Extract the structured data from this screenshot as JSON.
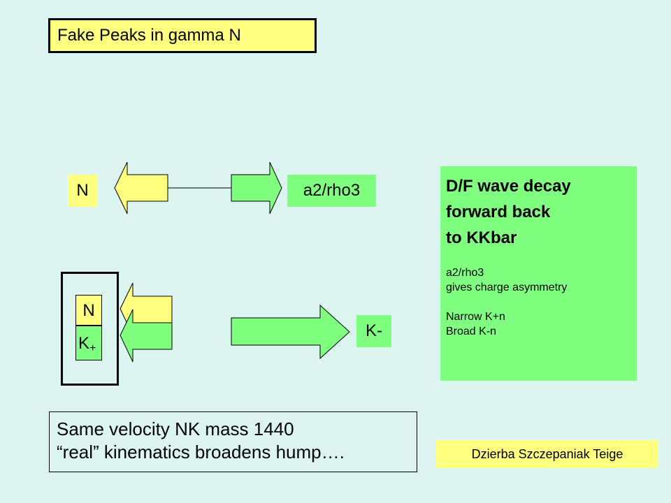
{
  "title": "Fake Peaks in gamma N",
  "top_row": {
    "left_label": "N",
    "right_label": "a2/rho3"
  },
  "bottom_row": {
    "n_label": "N",
    "k_label": "K",
    "k_sup": "+",
    "right_label": "K-"
  },
  "info": {
    "heading_lines": [
      "D/F wave decay",
      "forward back",
      "to KKbar"
    ],
    "line1": "a2/rho3",
    "line2": "gives charge asymmetry",
    "line3": "Narrow K+n",
    "line4": "Broad K-n"
  },
  "note": {
    "line1": "Same velocity NK mass 1440",
    "line2": "“real” kinematics broadens hump…."
  },
  "credit": "Dzierba  Szczepaniak Teige",
  "colors": {
    "background": "#dcf5f1",
    "yellow": "#ffff80",
    "green": "#80ff80"
  }
}
